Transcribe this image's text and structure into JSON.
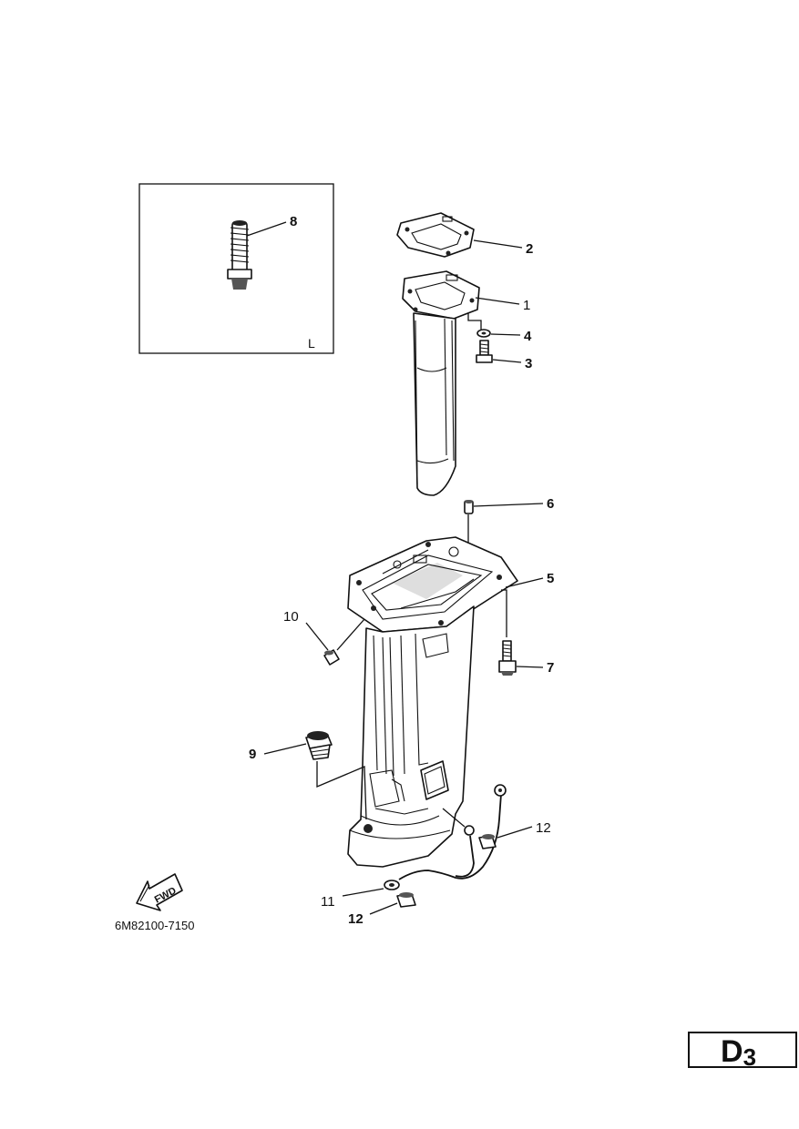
{
  "diagram": {
    "callouts": {
      "c1": "1",
      "c2": "2",
      "c3": "3",
      "c4": "4",
      "c5": "5",
      "c6": "6",
      "c7": "7",
      "c8": "8",
      "c9": "9",
      "c10": "10",
      "c11": "11",
      "c12a": "12",
      "c12b": "12"
    },
    "inset_label": "L",
    "fwd_label": "FWD",
    "part_code": "6M82100-7150"
  },
  "page_tag": {
    "letter": "D",
    "number": "3"
  }
}
